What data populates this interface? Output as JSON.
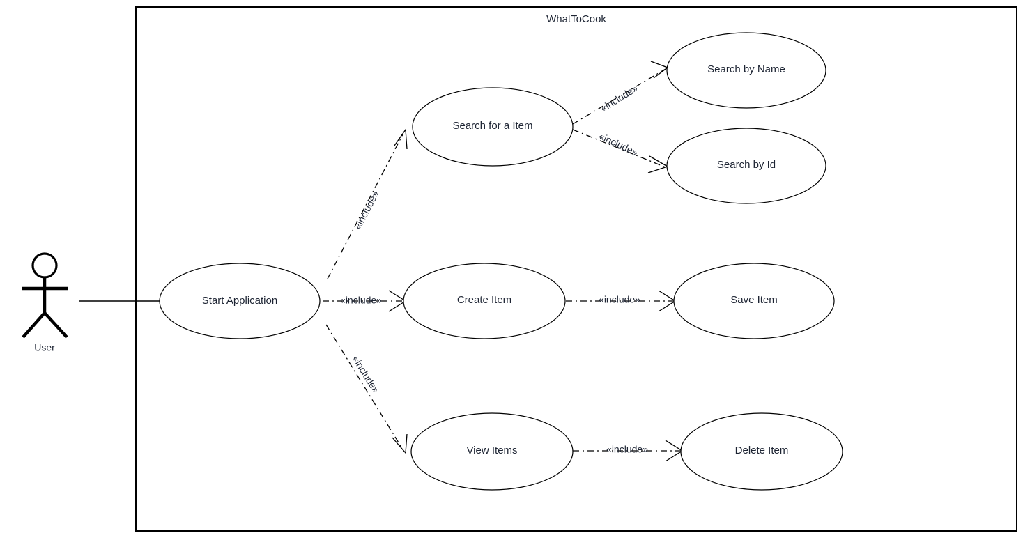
{
  "diagram": {
    "type": "uml-use-case-diagram",
    "boundary_title": "WhatToCook",
    "actor": {
      "name": "User",
      "label": "User"
    },
    "use_cases": [
      {
        "id": "start_application",
        "label": "Start Application"
      },
      {
        "id": "search_for_a_item",
        "label": "Search for a Item"
      },
      {
        "id": "search_by_name",
        "label": "Search by Name"
      },
      {
        "id": "search_by_id",
        "label": "Search by Id"
      },
      {
        "id": "create_item",
        "label": "Create Item"
      },
      {
        "id": "save_item",
        "label": "Save Item"
      },
      {
        "id": "view_items",
        "label": "View Items"
      },
      {
        "id": "delete_item",
        "label": "Delete Item"
      }
    ],
    "relationships": [
      {
        "id": "rel_user_start",
        "from": "User",
        "to": "Start Application",
        "kind": "association",
        "label": ""
      },
      {
        "id": "rel_start_search",
        "from": "Start Application",
        "to": "Search for a Item",
        "kind": "include",
        "label": "«include»"
      },
      {
        "id": "rel_start_create",
        "from": "Start Application",
        "to": "Create Item",
        "kind": "include",
        "label": "«include»"
      },
      {
        "id": "rel_start_view",
        "from": "Start Application",
        "to": "View Items",
        "kind": "include",
        "label": "«include»"
      },
      {
        "id": "rel_search_name",
        "from": "Search for a Item",
        "to": "Search by Name",
        "kind": "include",
        "label": "«include»"
      },
      {
        "id": "rel_search_id",
        "from": "Search for a Item",
        "to": "Search by Id",
        "kind": "include",
        "label": "«include»"
      },
      {
        "id": "rel_create_save",
        "from": "Create Item",
        "to": "Save Item",
        "kind": "include",
        "label": "«include»"
      },
      {
        "id": "rel_view_delete",
        "from": "View Items",
        "to": "Delete Item",
        "kind": "include",
        "label": "«include»"
      }
    ],
    "colors": {
      "stroke": "#000000",
      "text": "#1d2433",
      "background": "#ffffff"
    }
  }
}
